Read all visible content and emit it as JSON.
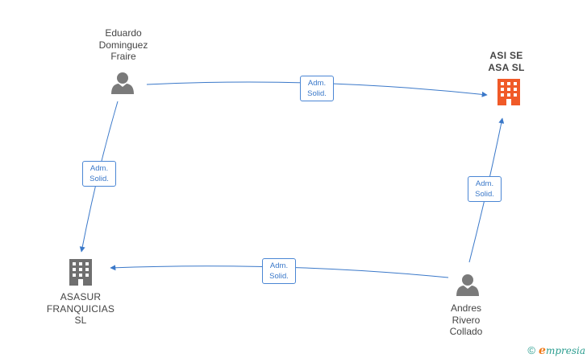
{
  "nodes": {
    "person_eduardo": {
      "lines": [
        "Eduardo",
        "Dominguez",
        "Fraire"
      ],
      "kind": "person"
    },
    "company_asise": {
      "lines": [
        "ASI SE",
        "ASA  SL"
      ],
      "kind": "company",
      "highlight": true
    },
    "company_asasur": {
      "lines": [
        "ASASUR",
        "FRANQUICIAS",
        "SL"
      ],
      "kind": "company"
    },
    "person_andres": {
      "lines": [
        "Andres",
        "Rivero",
        "Collado"
      ],
      "kind": "person"
    }
  },
  "edges": [
    {
      "id": "e1",
      "from": "person_eduardo",
      "to": "company_asise",
      "label": [
        "Adm.",
        "Solid."
      ]
    },
    {
      "id": "e2",
      "from": "person_eduardo",
      "to": "company_asasur",
      "label": [
        "Adm.",
        "Solid."
      ]
    },
    {
      "id": "e3",
      "from": "person_andres",
      "to": "company_asasur",
      "label": [
        "Adm.",
        "Solid."
      ]
    },
    {
      "id": "e4",
      "from": "person_andres",
      "to": "company_asise",
      "label": [
        "Adm.",
        "Solid."
      ]
    }
  ],
  "colors": {
    "edge": "#3a78c9",
    "person_icon": "#7a7a7a",
    "company_icon": "#6f6f6f",
    "highlight_company_icon": "#f05a28"
  },
  "footer": {
    "copyright": "©",
    "brand_initial": "e",
    "brand_rest": "mpresia"
  }
}
